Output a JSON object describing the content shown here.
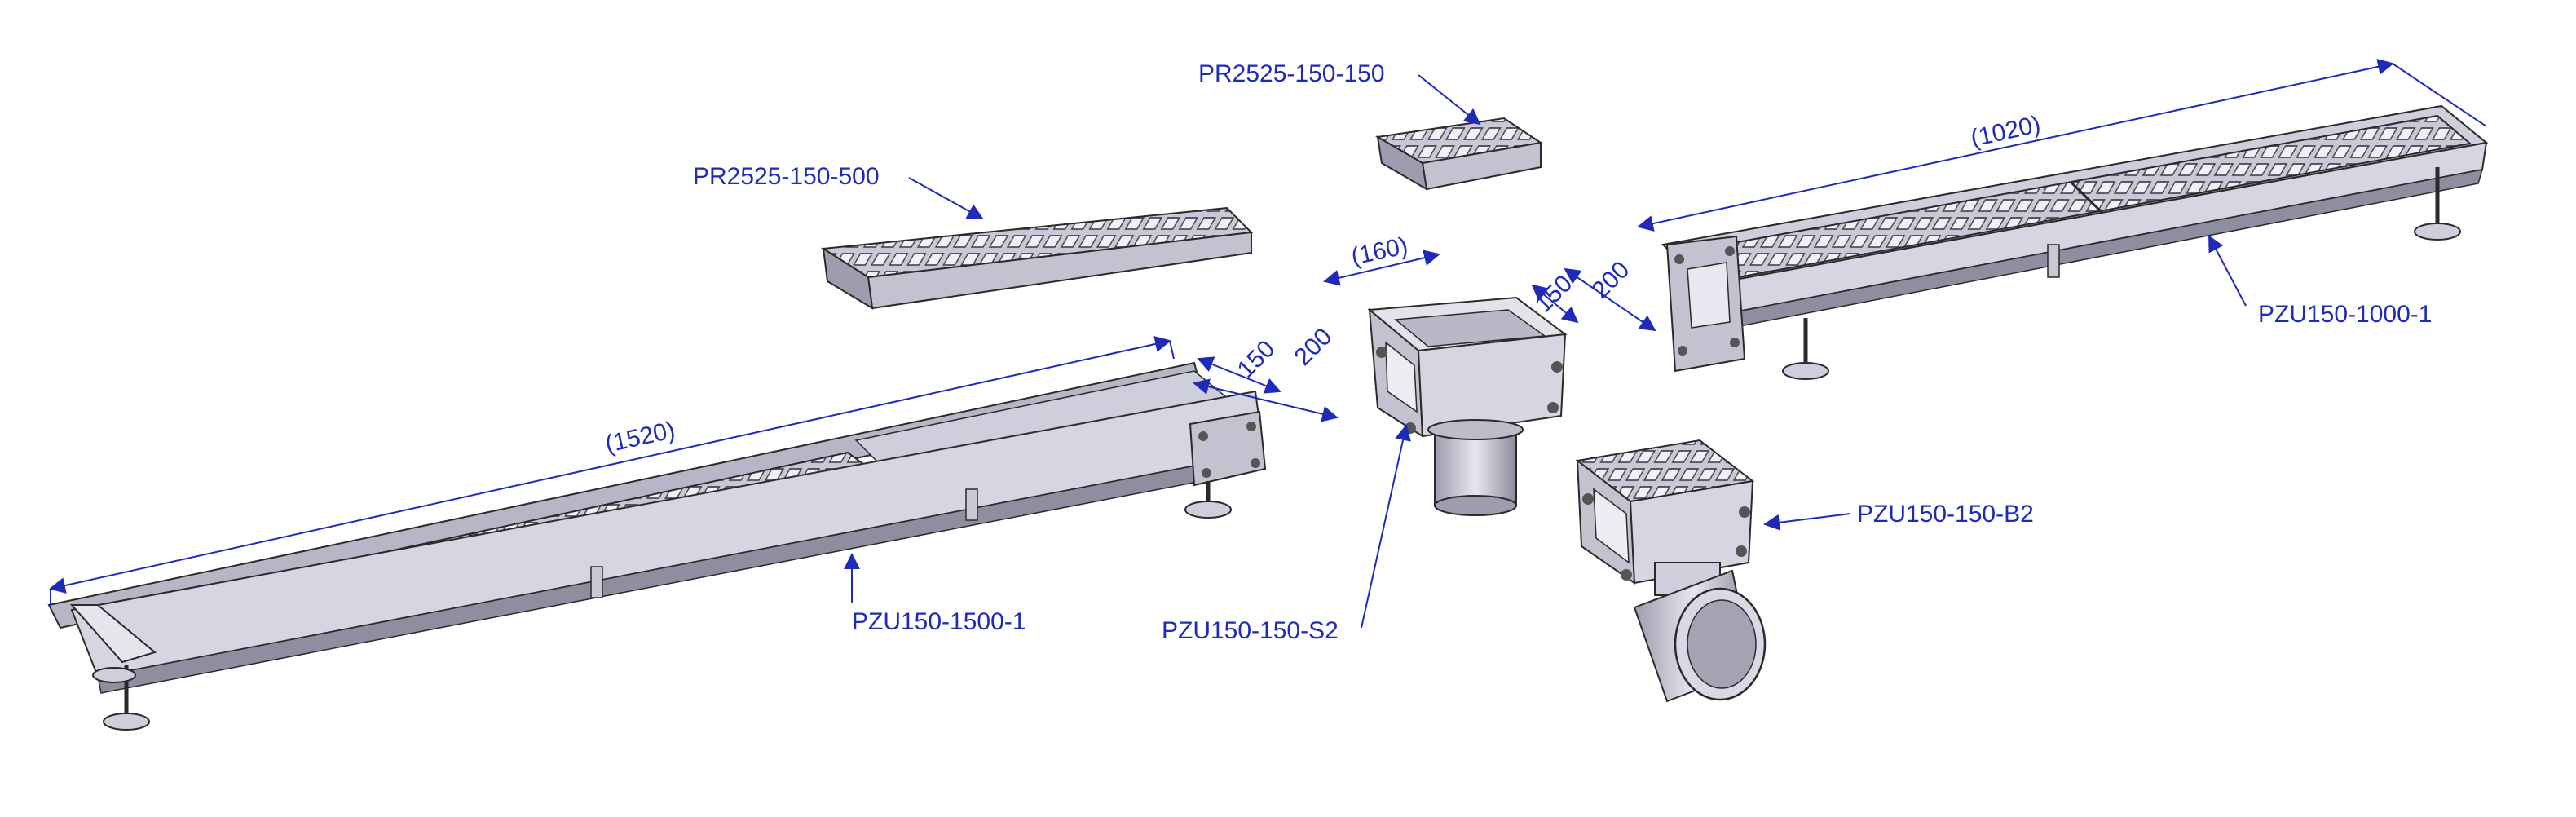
{
  "colors": {
    "background": "#ffffff",
    "annotation": "#1f2bb8",
    "metal_light": "#dedde8",
    "metal_mid": "#b7b6c6",
    "metal_dark": "#6c6b7c",
    "outline": "#2a2a2a"
  },
  "labels": {
    "grate_short": "PR2525-150-150",
    "grate_long": "PR2525-150-500",
    "channel_long": "PZU150-1500-1",
    "channel_short": "PZU150-1000-1",
    "sump_vertical": "PZU150-150-S2",
    "sump_horizontal": "PZU150-150-B2"
  },
  "dimensions": {
    "long_length": "1520",
    "short_length": "1020",
    "sump_top": "160",
    "inner_width_left": "150",
    "outer_width_left": "200",
    "inner_width_right": "150",
    "outer_width_right": "200"
  }
}
